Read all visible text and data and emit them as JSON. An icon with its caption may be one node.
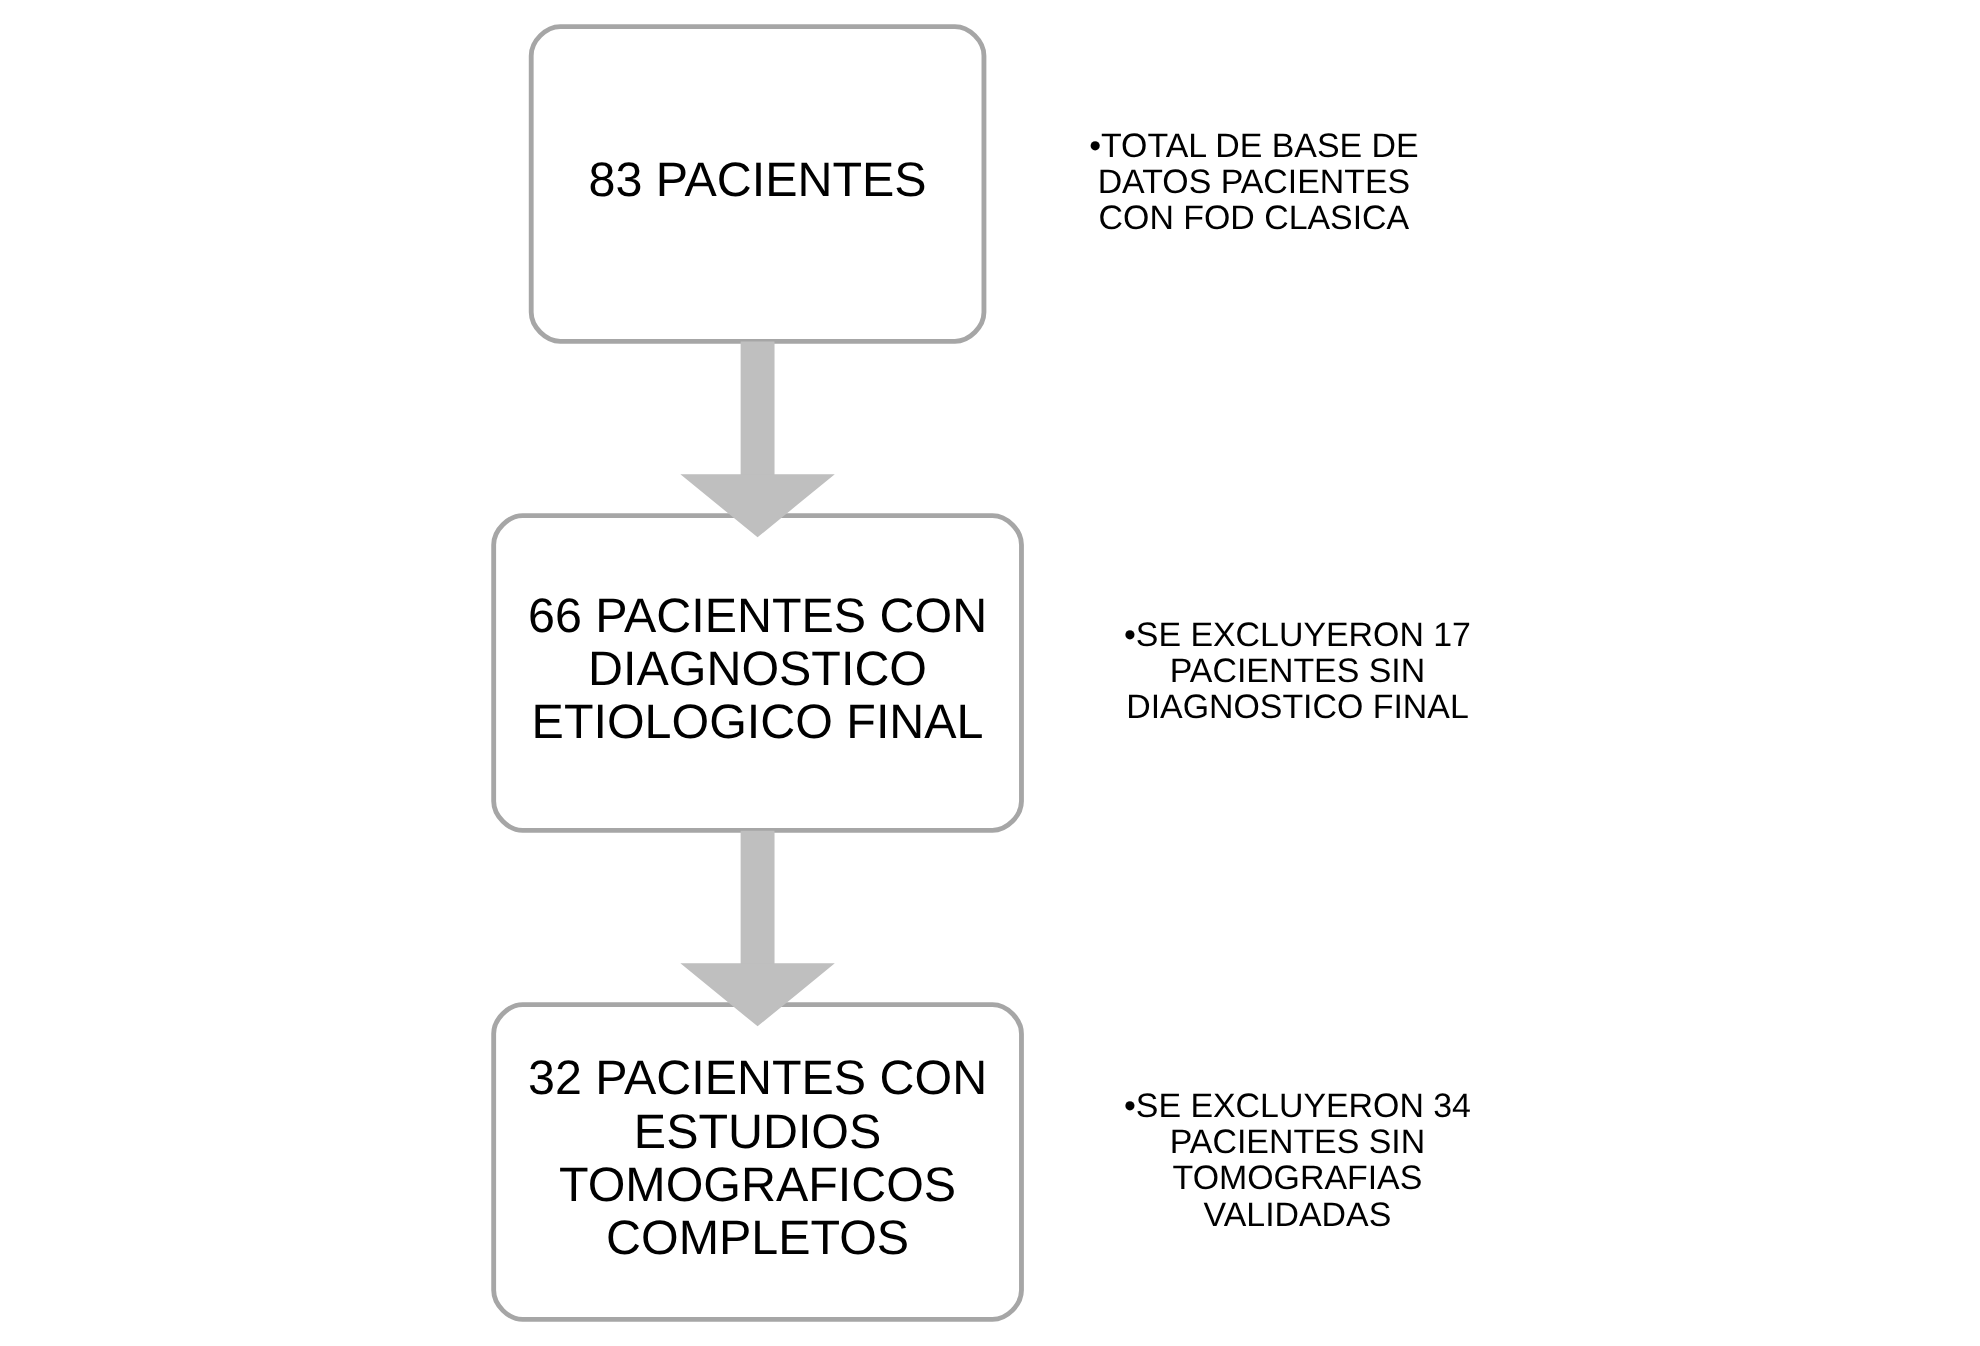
{
  "diagram": {
    "nodes": [
      {
        "text": [
          "83 PACIENTES"
        ],
        "beside": [
          "•TOTAL DE BASE DE DATOS PACIENTES CON FOD CLASICA"
        ]
      },
      {
        "text": [
          "66 PACIENTES CON DIAGNOSTICO ETIOLOGICO FINAL"
        ],
        "beside": [
          "•SE EXCLUYERON 17 PACIENTES SIN DIAGNOSTICO FINAL"
        ]
      },
      {
        "text": [
          "32 PACIENTES CON ESTUDIOS TOMOGRAFICOS COMPLETOS"
        ],
        "beside": [
          "•SE EXCLUYERON 34 PACIENTES SIN TOMOGRAFIAS VALIDADAS"
        ]
      }
    ],
    "edges": [
      {
        "from": 0,
        "to": 1,
        "arrow": "to"
      },
      {
        "from": 1,
        "to": 2,
        "arrow": "to"
      }
    ]
  }
}
